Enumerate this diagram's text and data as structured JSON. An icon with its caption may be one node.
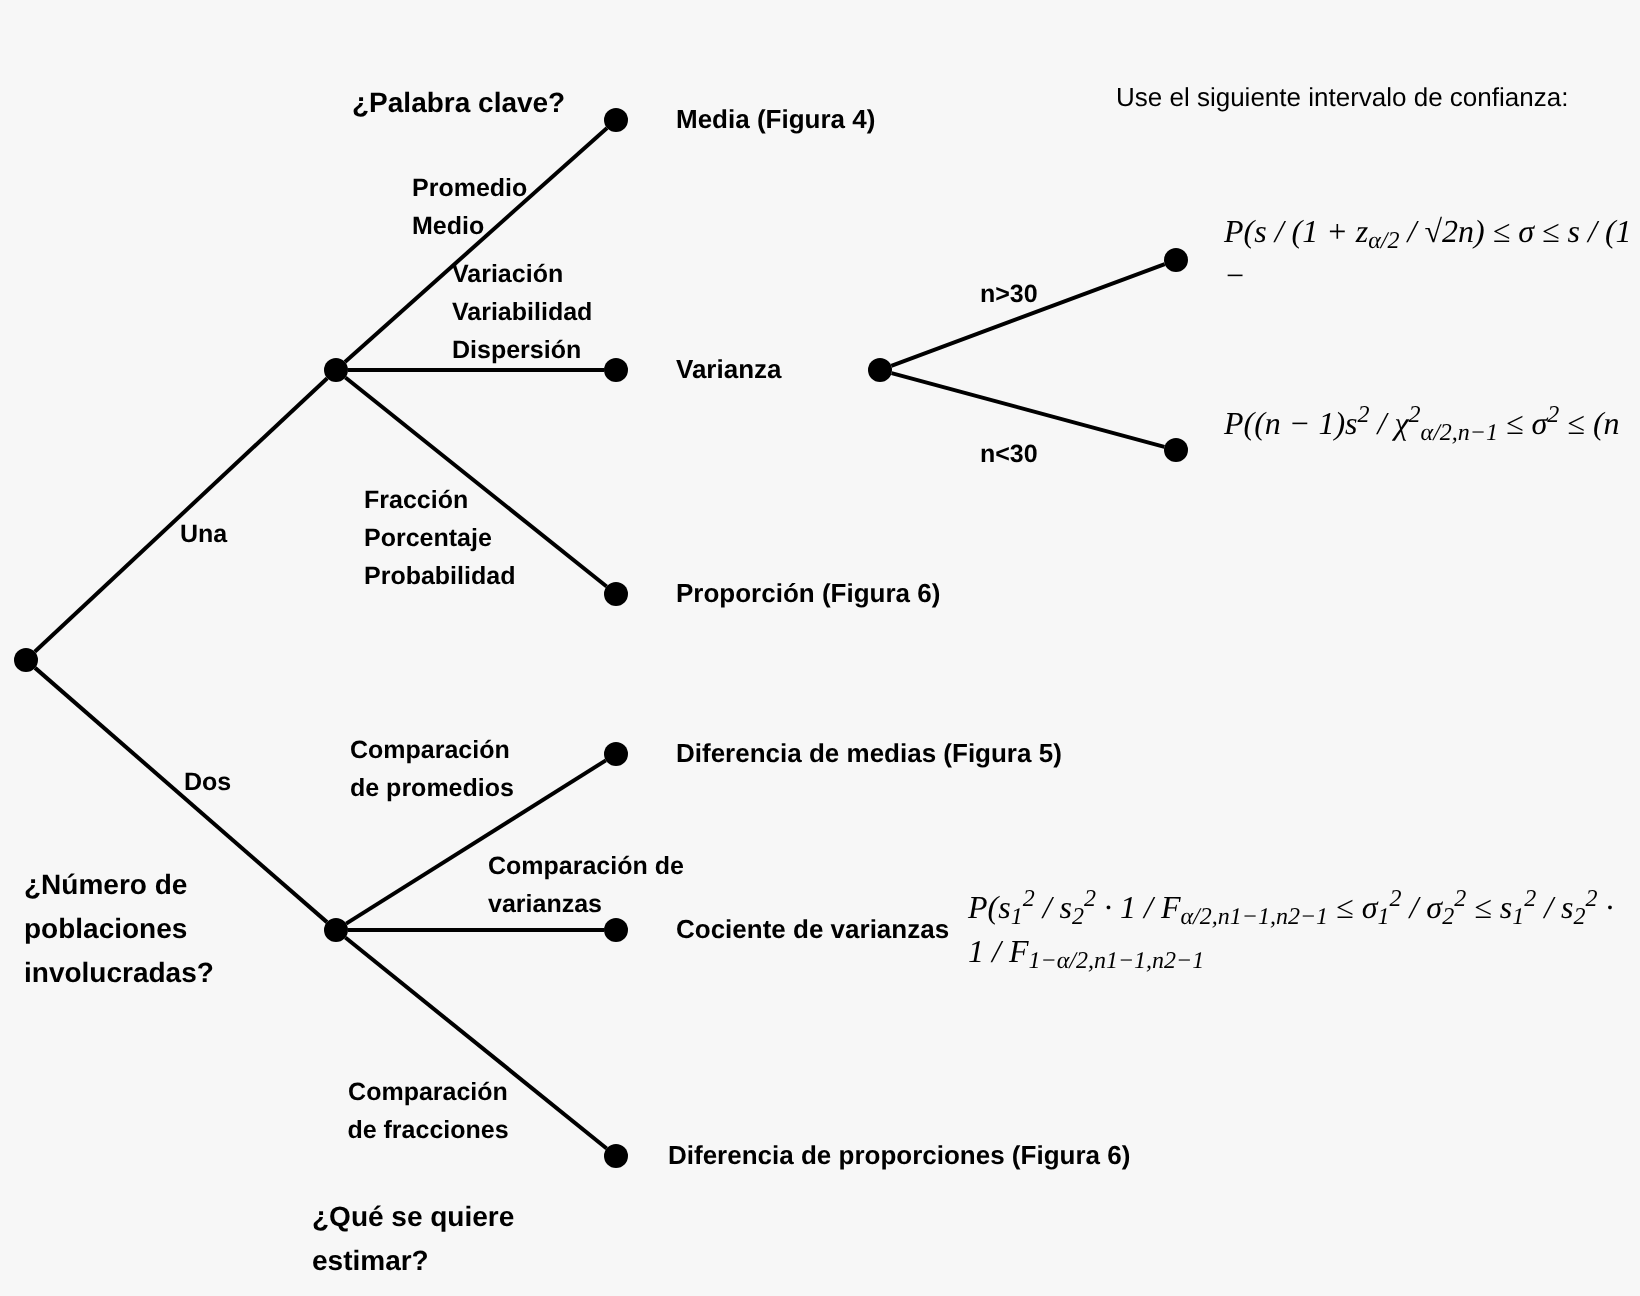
{
  "diagram": {
    "nodes": [
      {
        "text": [],
        "shape": "circle"
      },
      {
        "text": [],
        "shape": "circle"
      },
      {
        "text": [],
        "shape": "circle",
        "beside": [
          "Media (Figura 4)"
        ]
      },
      {
        "text": [],
        "shape": "circle",
        "beside": [
          "Varianza"
        ]
      },
      {
        "text": [],
        "shape": "circle",
        "beside": [
          "Proporción (Figura 6)"
        ]
      },
      {
        "text": [],
        "shape": "circle"
      },
      {
        "text": [],
        "shape": "circle",
        "beside": [
          "P(s / (1 + z$_{α/2}$ / √2n) ≤ σ ≤ s / (1 −"
        ]
      },
      {
        "text": [],
        "shape": "circle",
        "beside": [
          "P((n − 1)s$^{2}$ / χ$^{2}$$_{α/2,n−1}$ ≤ σ$^{2}$ ≤ (n"
        ]
      },
      {
        "text": [],
        "shape": "circle"
      },
      {
        "text": [],
        "shape": "circle",
        "beside": [
          "Diferencia de medias (Figura 5)"
        ]
      },
      {
        "text": [],
        "shape": "circle",
        "beside": [
          "Cociente de varianzas",
          "P(s$_{1}$$^{2}$ / s$_{2}$$^{2}$ · 1 / F$_{α/2,n1−1,n2−1}$ ≤ σ$_{1}$$^{2}$ / σ$_{2}$$^{2}$ ≤ s$_{1}$$^{2}$ / s$_{2}$$^{2}$ · 1 / F$_{1−α/2,n1−1,n2−1}$"
        ]
      },
      {
        "text": [],
        "shape": "circle",
        "beside": [
          "Diferencia de proporciones (Figura 6)"
        ]
      }
    ],
    "edges": [
      {
        "from": 0,
        "to": 1,
        "arrow": "none",
        "label": "Una"
      },
      {
        "from": 0,
        "to": 8,
        "arrow": "none",
        "label": "Dos"
      },
      {
        "from": 1,
        "to": 2,
        "arrow": "none",
        "label": "Promedio Medio"
      },
      {
        "from": 1,
        "to": 3,
        "arrow": "none",
        "label": "Variación Variabilidad Dispersión"
      },
      {
        "from": 1,
        "to": 4,
        "arrow": "none",
        "label": "Fracción Porcentaje Probabilidad"
      },
      {
        "from": 5,
        "to": 6,
        "arrow": "none",
        "label": "n>30"
      },
      {
        "from": 5,
        "to": 7,
        "arrow": "none",
        "label": "n<30"
      },
      {
        "from": 8,
        "to": 9,
        "arrow": "none",
        "label": "Comparación de promedios"
      },
      {
        "from": 8,
        "to": 10,
        "arrow": "none",
        "label": "Comparación de varianzas"
      },
      {
        "from": 8,
        "to": 11,
        "arrow": "none",
        "label": "Comparación de fracciones"
      }
    ],
    "labels": [
      "¿Palabra clave?",
      "Use el siguiente intervalo de confianza:",
      "¿Número de poblaciones involucradas?",
      "¿Qué se quiere estimar?"
    ]
  }
}
